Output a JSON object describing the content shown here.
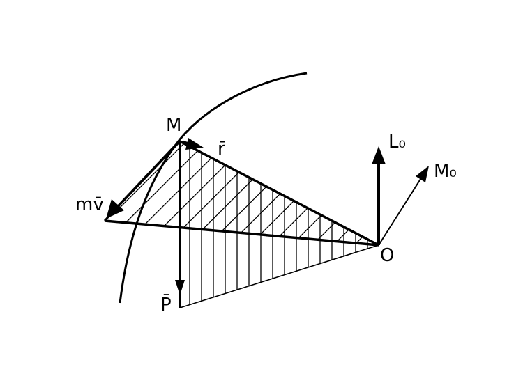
{
  "diagram": {
    "labels": {
      "point_m": "M",
      "radius_vector": "r̄",
      "momentum": "mv̄",
      "force": "P̄",
      "origin": "O",
      "angular_momentum": "L₀",
      "moment": "M₀"
    },
    "colors": {
      "ink": "#000000",
      "background": "#ffffff"
    }
  }
}
